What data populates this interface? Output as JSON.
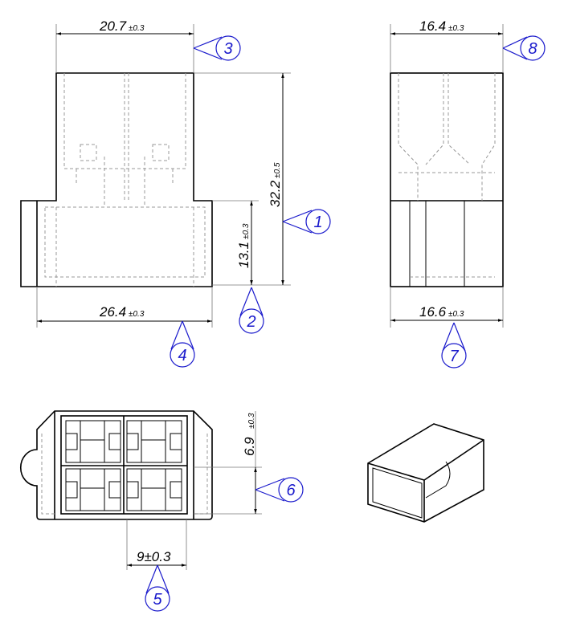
{
  "dimensions": {
    "d1": {
      "value": "32.2",
      "tol": "±0.5",
      "balloon": "1"
    },
    "d2": {
      "value": "13.1",
      "tol": "±0.3",
      "balloon": "2"
    },
    "d3": {
      "value": "20.7",
      "tol": "±0.3",
      "balloon": "3"
    },
    "d4": {
      "value": "26.4",
      "tol": "±0.3",
      "balloon": "4"
    },
    "d5": {
      "value": "9±0.3",
      "balloon": "5"
    },
    "d6": {
      "value": "6.9",
      "tol": "±0.3",
      "balloon": "6"
    },
    "d7": {
      "value": "16.6",
      "tol": "±0.3",
      "balloon": "7"
    },
    "d8": {
      "value": "16.4",
      "tol": "±0.3",
      "balloon": "8"
    }
  },
  "colors": {
    "balloon": "#1a1acc",
    "outline": "#000000",
    "hidden": "#999999"
  }
}
